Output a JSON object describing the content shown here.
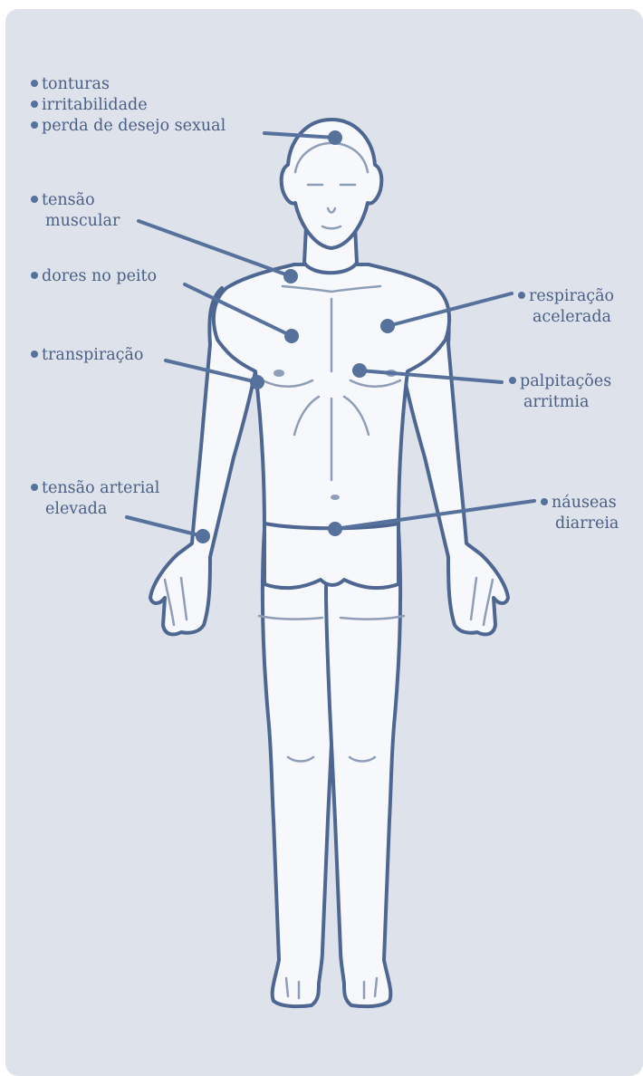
{
  "colors": {
    "panel": "#dee2ea",
    "body_fill": "#f7f8fb",
    "body_stroke": "#4d6692",
    "detail_stroke": "#8e9db8",
    "callout": "#56719c",
    "label_text": "#4a5f86"
  },
  "labels": {
    "head": [
      "tonturas",
      "irritabilidade",
      "perda de desejo sexual"
    ],
    "muscle": [
      "tensão",
      "muscular"
    ],
    "chest": [
      "dores no peito"
    ],
    "sweat": [
      "transpiração"
    ],
    "blood_pressure": [
      "tensão arterial",
      "elevada"
    ],
    "breathing": [
      "respiração",
      "acelerada"
    ],
    "heart": [
      "palpitações",
      "arritmia"
    ],
    "stomach": [
      "náuseas",
      "diarreia"
    ]
  }
}
